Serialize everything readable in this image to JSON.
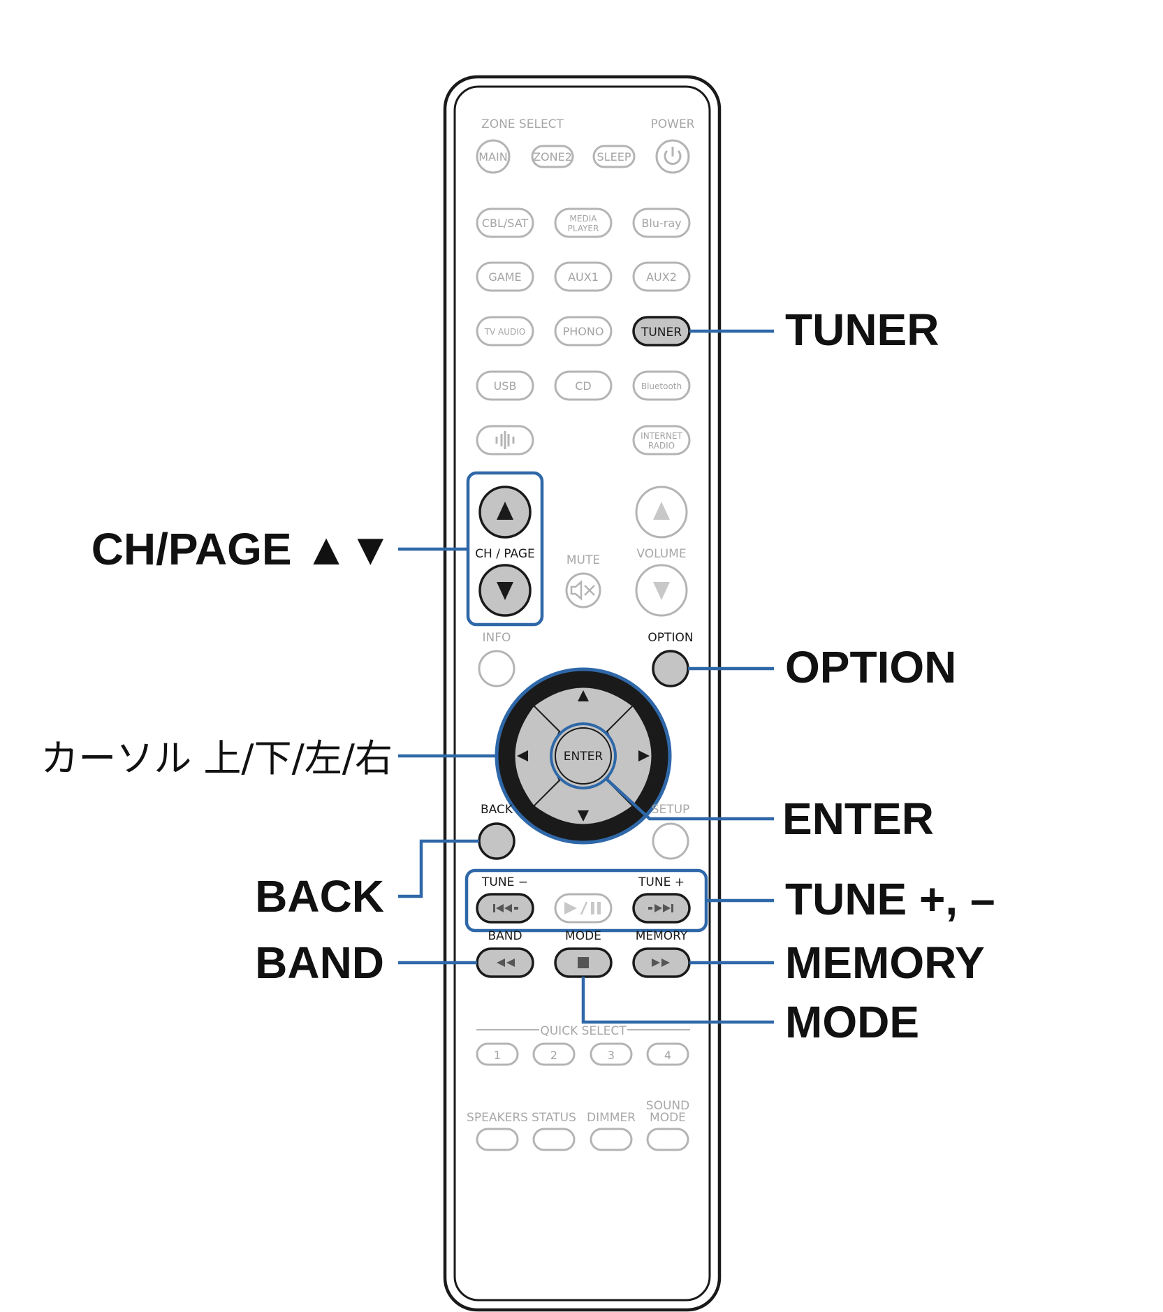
{
  "remote": {
    "zone_select": "ZONE SELECT",
    "power": "POWER",
    "zone_buttons": [
      "MAIN",
      "ZONE2",
      "SLEEP"
    ],
    "sources_row1": [
      "CBL/SAT",
      "MEDIA",
      "PLAYER",
      "Blu-ray"
    ],
    "sources_row2": [
      "GAME",
      "AUX1",
      "AUX2"
    ],
    "sources_row3": [
      "TV AUDIO",
      "PHONO",
      "TUNER"
    ],
    "sources_row4": [
      "USB",
      "CD",
      "Bluetooth"
    ],
    "internet_radio": [
      "INTERNET",
      "RADIO"
    ],
    "ch_page": "CH / PAGE",
    "mute": "MUTE",
    "volume": "VOLUME",
    "info": "INFO",
    "option": "OPTION",
    "enter": "ENTER",
    "back": "BACK",
    "setup": "SETUP",
    "tune_minus": "TUNE −",
    "tune_plus": "TUNE +",
    "band": "BAND",
    "mode": "MODE",
    "memory": "MEMORY",
    "quick_select": "QUICK SELECT",
    "quick_numbers": [
      "1",
      "2",
      "3",
      "4"
    ],
    "bottom_labels": [
      "SPEAKERS",
      "STATUS",
      "DIMMER",
      "SOUND",
      "MODE"
    ]
  },
  "callouts": {
    "tuner": "TUNER",
    "ch_page": "CH/PAGE ▲▼",
    "option": "OPTION",
    "cursor": "カーソル 上/下/左/右",
    "enter": "ENTER",
    "back": "BACK",
    "tune": "TUNE +, –",
    "band": "BAND",
    "memory": "MEMORY",
    "mode": "MODE"
  },
  "colors": {
    "leader": "#2f68a8",
    "highlight_button": "#c4c4c4",
    "ghost": "#b4b4b4"
  }
}
